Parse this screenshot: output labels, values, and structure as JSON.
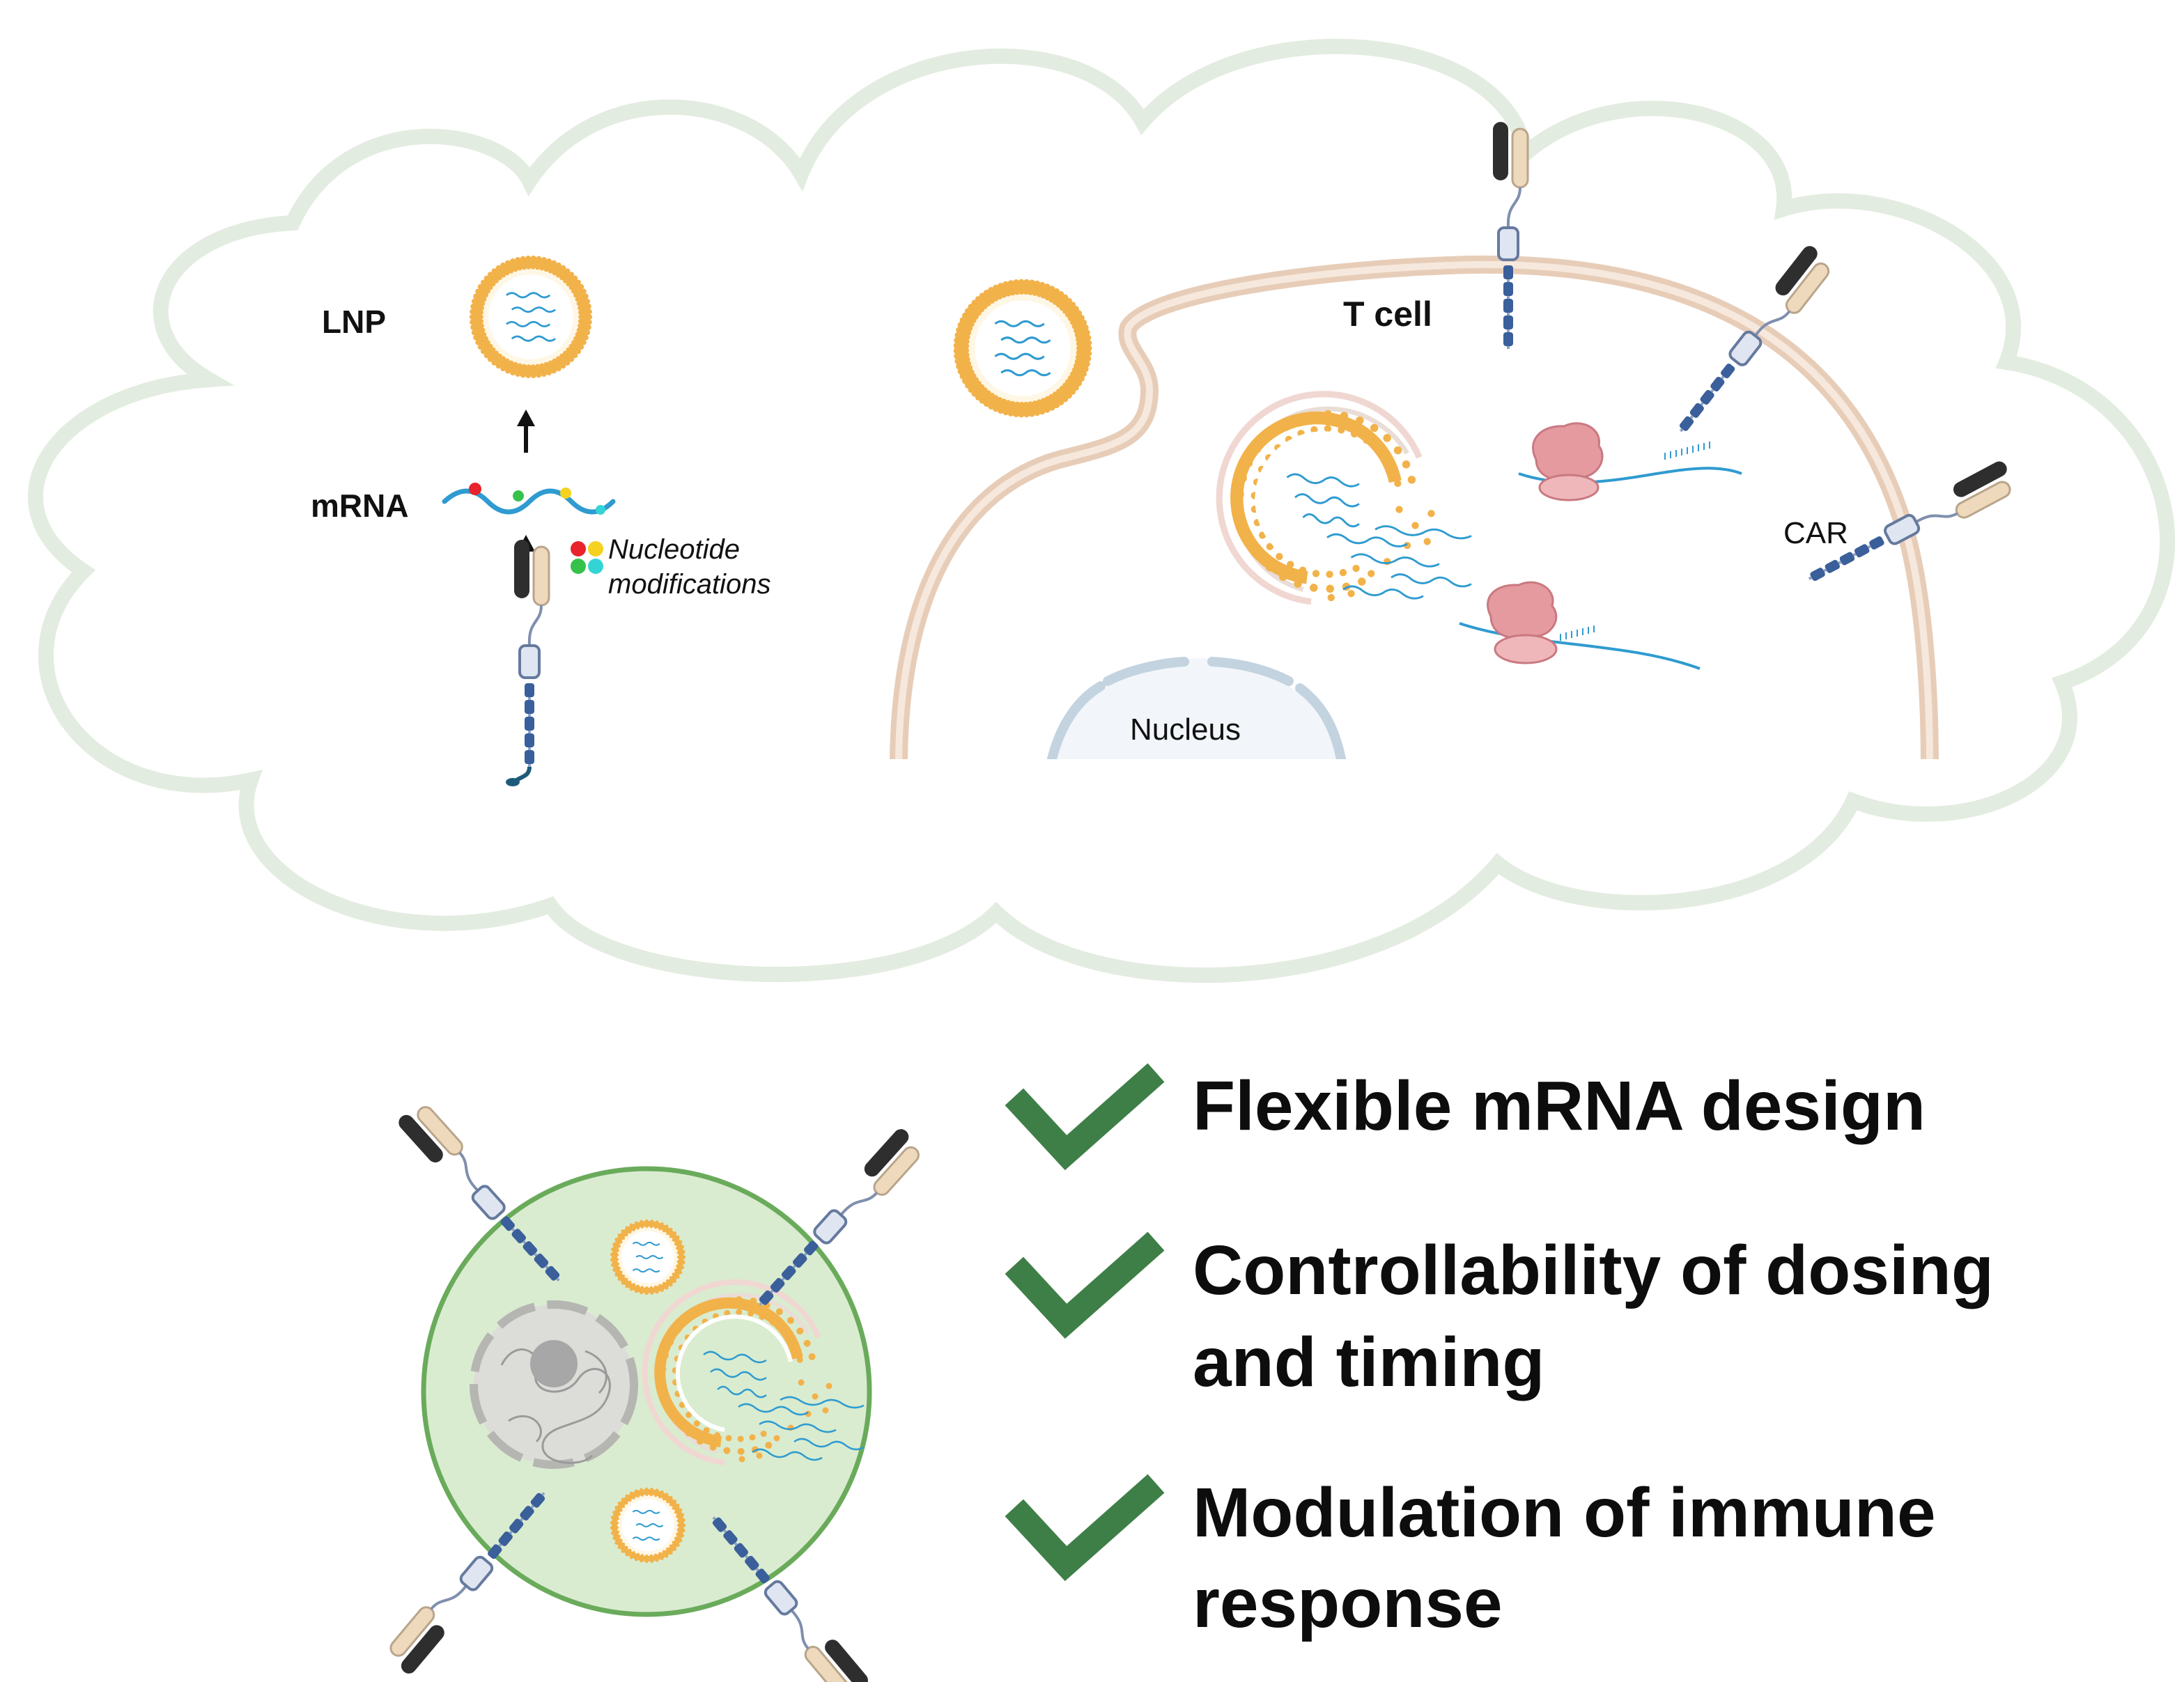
{
  "labels": {
    "lnp": "LNP",
    "mrna": "mRNA",
    "nucleotide_line1": "Nucleotide",
    "nucleotide_line2": "modifications",
    "t_cell": "T cell",
    "car": "CAR",
    "nucleus": "Nucleus"
  },
  "benefits": [
    {
      "lines": [
        "Flexible mRNA design"
      ]
    },
    {
      "lines": [
        "Controllability of dosing",
        "and timing"
      ]
    },
    {
      "lines": [
        "Modulation of immune",
        "response"
      ]
    }
  ],
  "colors": {
    "cloud_outline": "#e3ece0",
    "cell_membrane": "#e7cdb8",
    "lipid": "#f2b24a",
    "mrna": "#2f9bd0",
    "ribosome": "#e59aa0",
    "car_dark": "#2e2e2e",
    "car_tan": "#efd9bd",
    "car_blue": "#3a5f9a",
    "checkmark": "#3e7f47",
    "car_t_cell_fill": "#d9ecd0",
    "car_t_cell_outline": "#6aab5b",
    "nucleus_gray": "#a7a7a7",
    "nucleotide_red": "#e8232b",
    "nucleotide_yellow": "#f5d21f",
    "nucleotide_green": "#35c24a",
    "nucleotide_cyan": "#35d4d4"
  }
}
